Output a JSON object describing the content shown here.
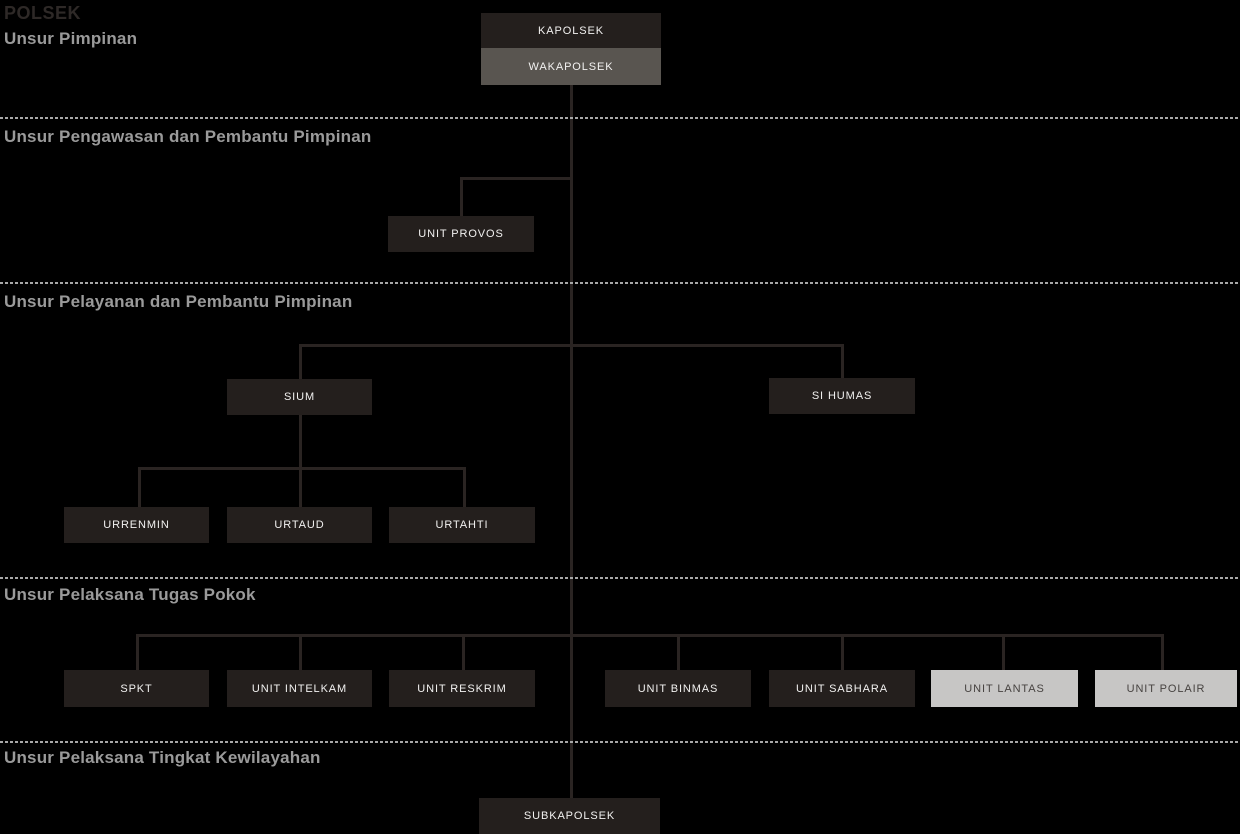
{
  "title": "POLSEK",
  "colors": {
    "background": "#000000",
    "title_color": "#2e2927",
    "section_label": "#9a9a9a",
    "divider": "#a8a8a8",
    "connector": "#2a2422",
    "box_dark": "#241f1d",
    "box_gray": "#595550",
    "box_light": "#c7c6c5",
    "box_text_light": "#f2f1f0",
    "box_text_dark": "#474341"
  },
  "sections": [
    {
      "label": "Unsur Pimpinan",
      "units": [
        {
          "id": "kapolsek",
          "label": "KAPOLSEK",
          "variant": "dark"
        },
        {
          "id": "wakapolsek",
          "label": "WAKAPOLSEK",
          "variant": "gray"
        }
      ]
    },
    {
      "label": "Unsur Pengawasan dan Pembantu Pimpinan",
      "units": [
        {
          "id": "unit_provos",
          "label": "UNIT PROVOS",
          "variant": "dark"
        }
      ]
    },
    {
      "label": "Unsur Pelayanan dan Pembantu Pimpinan",
      "units": [
        {
          "id": "sium",
          "label": "SIUM",
          "variant": "dark"
        },
        {
          "id": "si_humas",
          "label": "SI HUMAS",
          "variant": "dark"
        },
        {
          "id": "urrenmin",
          "label": "URRENMIN",
          "variant": "dark"
        },
        {
          "id": "urtaud",
          "label": "URTAUD",
          "variant": "dark"
        },
        {
          "id": "urtahti",
          "label": "URTAHTI",
          "variant": "dark"
        }
      ]
    },
    {
      "label": "Unsur Pelaksana Tugas Pokok",
      "units": [
        {
          "id": "spkt",
          "label": "SPKT",
          "variant": "dark"
        },
        {
          "id": "unit_intelkam",
          "label": "UNIT INTELKAM",
          "variant": "dark"
        },
        {
          "id": "unit_reskrim",
          "label": "UNIT RESKRIM",
          "variant": "dark"
        },
        {
          "id": "unit_binmas",
          "label": "UNIT BINMAS",
          "variant": "dark"
        },
        {
          "id": "unit_sabhara",
          "label": "UNIT SABHARA",
          "variant": "dark"
        },
        {
          "id": "unit_lantas",
          "label": "UNIT LANTAS",
          "variant": "light"
        },
        {
          "id": "unit_polair",
          "label": "UNIT POLAIR",
          "variant": "light"
        }
      ]
    },
    {
      "label": "Unsur Pelaksana Tingkat Kewilayahan",
      "units": [
        {
          "id": "subkapolsek",
          "label": "SUBKAPOLSEK",
          "variant": "dark"
        }
      ]
    }
  ],
  "hierarchy": {
    "kapolsek": [
      "wakapolsek"
    ],
    "wakapolsek": [
      "unit_provos",
      "sium",
      "si_humas",
      "spkt",
      "unit_intelkam",
      "unit_reskrim",
      "unit_binmas",
      "unit_sabhara",
      "unit_lantas",
      "unit_polair",
      "subkapolsek"
    ],
    "sium": [
      "urrenmin",
      "urtaud",
      "urtahti"
    ]
  }
}
